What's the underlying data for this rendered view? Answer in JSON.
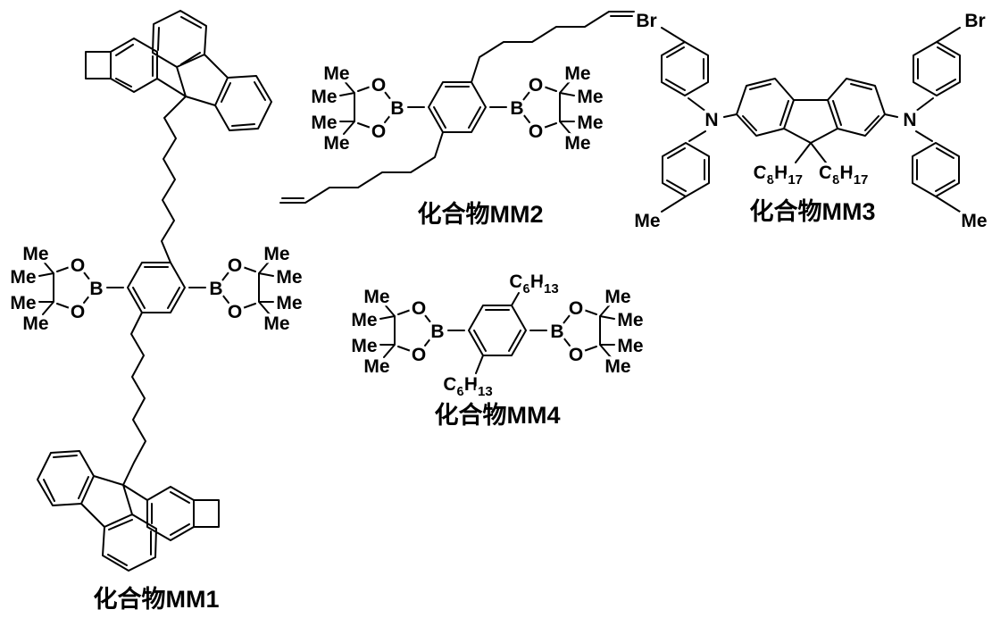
{
  "figure": {
    "background": "#ffffff",
    "ink": "#000000",
    "description_labels_only": true
  },
  "labels": {
    "me": "Me",
    "o": "O",
    "b": "B",
    "n": "N",
    "br": "Br",
    "c": "C",
    "h": "H",
    "sub6": "6",
    "sub8": "8",
    "sub13": "13",
    "sub17": "17"
  },
  "compounds": [
    {
      "name": "化合物MM1"
    },
    {
      "name": "化合物MM2"
    },
    {
      "name": "化合物MM3"
    },
    {
      "name": "化合物MM4"
    }
  ]
}
